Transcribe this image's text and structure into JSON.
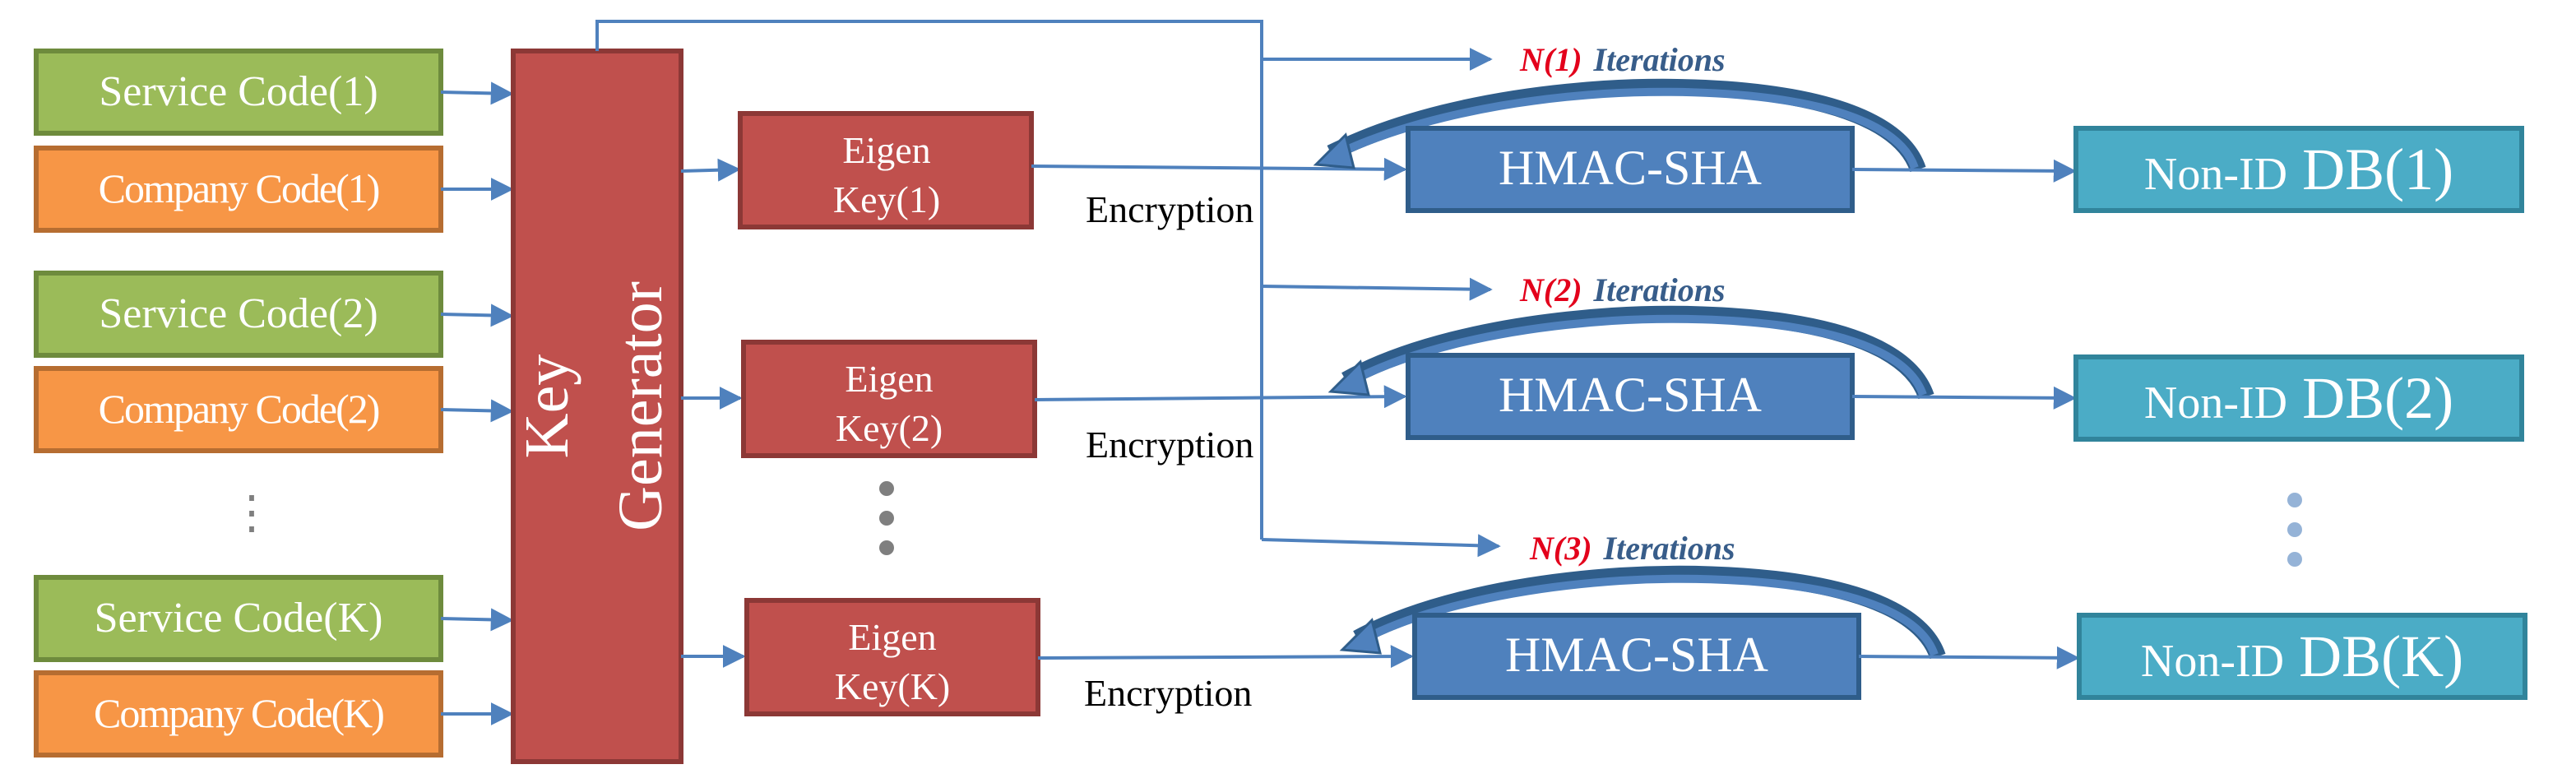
{
  "inputs": [
    {
      "service_code": "Service Code(1)",
      "company_code": "Company Code(1)"
    },
    {
      "service_code": "Service Code(2)",
      "company_code": "Company Code(2)"
    },
    {
      "service_code": "Service Code(K)",
      "company_code": "Company Code(K)"
    }
  ],
  "input_ellipsis": "⋮",
  "key_generator": {
    "line1": "Key",
    "line2": "Generator"
  },
  "eigen_keys": [
    {
      "line1": "Eigen",
      "line2": "Key(1)"
    },
    {
      "line1": "Eigen",
      "line2": "Key(2)"
    },
    {
      "line1": "Eigen",
      "line2": "Key(K)"
    }
  ],
  "encryption_label": "Encryption",
  "hmac_label": "HMAC-SHA",
  "iterations": [
    {
      "n": "N(1)",
      "text": "Iterations"
    },
    {
      "n": "N(2)",
      "text": "Iterations"
    },
    {
      "n": "N(3)",
      "text": "Iterations"
    }
  ],
  "databases": [
    {
      "prefix": "Non-ID",
      "name": "DB(1)"
    },
    {
      "prefix": "Non-ID",
      "name": "DB(2)"
    },
    {
      "prefix": "Non-ID",
      "name": "DB(K)"
    }
  ],
  "colors": {
    "service_fill": "#9bbb59",
    "service_stroke": "#6e8b3d",
    "company_fill": "#f79646",
    "company_stroke": "#b66d31",
    "key_fill": "#c0504d",
    "key_stroke": "#8c3836",
    "hmac_fill": "#4f81bd",
    "hmac_stroke": "#2f5d8a",
    "db_fill": "#4bacc6",
    "db_stroke": "#31849b",
    "line": "#4f81bd",
    "iter_n": "#e3001b",
    "iter_text": "#385d8a",
    "dots": "#7f7f7f",
    "db_dots": "#95b3d7"
  }
}
